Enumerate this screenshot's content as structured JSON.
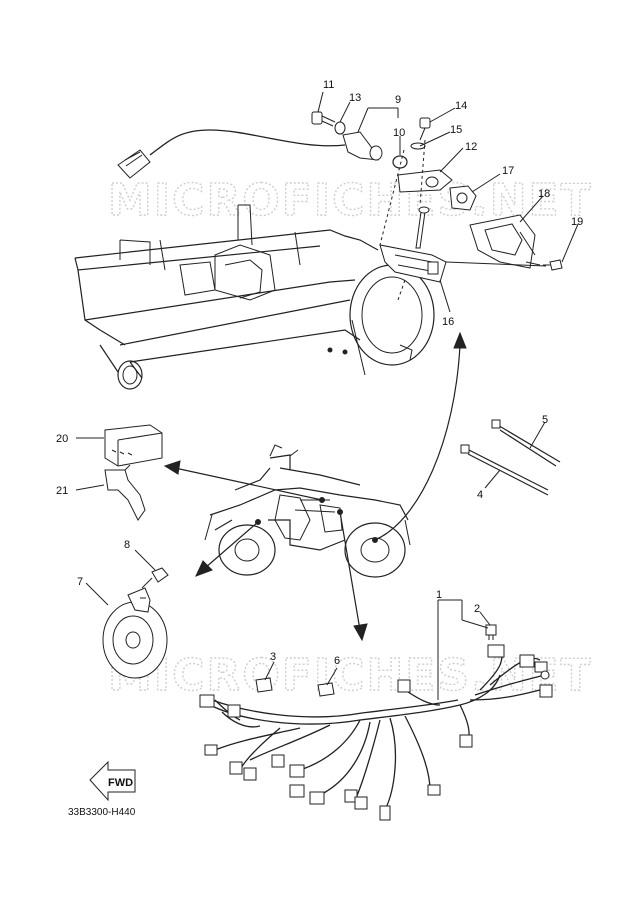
{
  "diagram": {
    "code": "33B3300-H440",
    "fwd_label": "FWD",
    "watermark": "MICROFICHES.NET",
    "watermark2": "MICROFICHES.NET",
    "callouts": [
      {
        "id": "c1",
        "text": "1"
      },
      {
        "id": "c2",
        "text": "2"
      },
      {
        "id": "c3",
        "text": "3"
      },
      {
        "id": "c4",
        "text": "4"
      },
      {
        "id": "c5",
        "text": "5"
      },
      {
        "id": "c6",
        "text": "6"
      },
      {
        "id": "c7",
        "text": "7"
      },
      {
        "id": "c8",
        "text": "8"
      },
      {
        "id": "c9",
        "text": "9"
      },
      {
        "id": "c10",
        "text": "10"
      },
      {
        "id": "c11",
        "text": "11"
      },
      {
        "id": "c12",
        "text": "12"
      },
      {
        "id": "c13",
        "text": "13"
      },
      {
        "id": "c14",
        "text": "14"
      },
      {
        "id": "c15",
        "text": "15"
      },
      {
        "id": "c16",
        "text": "16"
      },
      {
        "id": "c17",
        "text": "17"
      },
      {
        "id": "c18",
        "text": "18"
      },
      {
        "id": "c19",
        "text": "19"
      },
      {
        "id": "c20",
        "text": "20"
      },
      {
        "id": "c21",
        "text": "21"
      }
    ]
  }
}
